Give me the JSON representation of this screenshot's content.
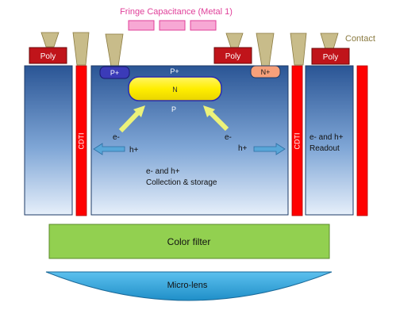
{
  "labels": {
    "fringe_capacitance": "Fringe Capacitance (Metal 1)",
    "contact": "Contact",
    "poly": "Poly",
    "p_plus_left": "P+",
    "p_plus_top": "P+",
    "n_plus": "N+",
    "n_region": "N",
    "p_region": "P",
    "cdti_left": "CDTI",
    "cdti_right": "CDTI",
    "electron_left": "e-",
    "electron_right": "e-",
    "hole_left": "h+",
    "hole_right": "h+",
    "collection_line1": "e- and h+",
    "collection_line2": "Collection & storage",
    "readout_line1": "e- and h+",
    "readout_line2": "Readout",
    "color_filter": "Color filter",
    "micro_lens": "Micro-lens"
  },
  "colors": {
    "fringe_text": "#e0409a",
    "fringe_fill": "#f7a8d4",
    "contact_text": "#8a7a40",
    "contact_fill": "#c8bc8a",
    "poly_fill": "#c0141a",
    "cdti_fill": "#ff0000",
    "pixel_top": "#2a5595",
    "pixel_bottom": "#e6effa",
    "p_plus_fill": "#3b3bb8",
    "n_plus_fill": "#f7a07a",
    "n_fill": "#ffee00",
    "arrow_yellow": "#ecf27a",
    "arrow_blue": "#58a6d8",
    "color_filter_fill": "#92d050",
    "micro_lens_fill": "#2fa4dc"
  }
}
